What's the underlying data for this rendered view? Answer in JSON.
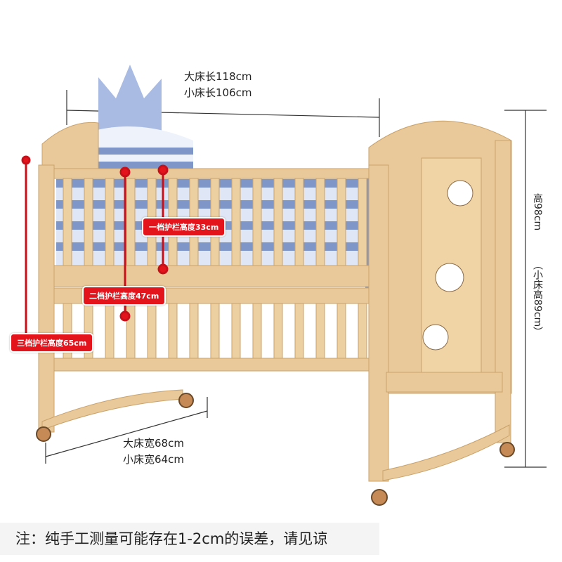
{
  "length": {
    "large": "大床长118cm",
    "small": "小床长106cm"
  },
  "width": {
    "large": "大床宽68cm",
    "small": "小床宽64cm"
  },
  "height": {
    "large": "高98cm",
    "small": "（小床高89cm）"
  },
  "rail_heights": {
    "level1": "一档护栏高度33cm",
    "level2": "二档护栏高度47cm",
    "level3": "三档护栏高度65cm"
  },
  "note": "注：纯手工测量可能存在1-2cm的误差，请见谅",
  "colors": {
    "wood": "#e9c999",
    "tag": "#e3141b",
    "bedding": "#7e96c8"
  }
}
